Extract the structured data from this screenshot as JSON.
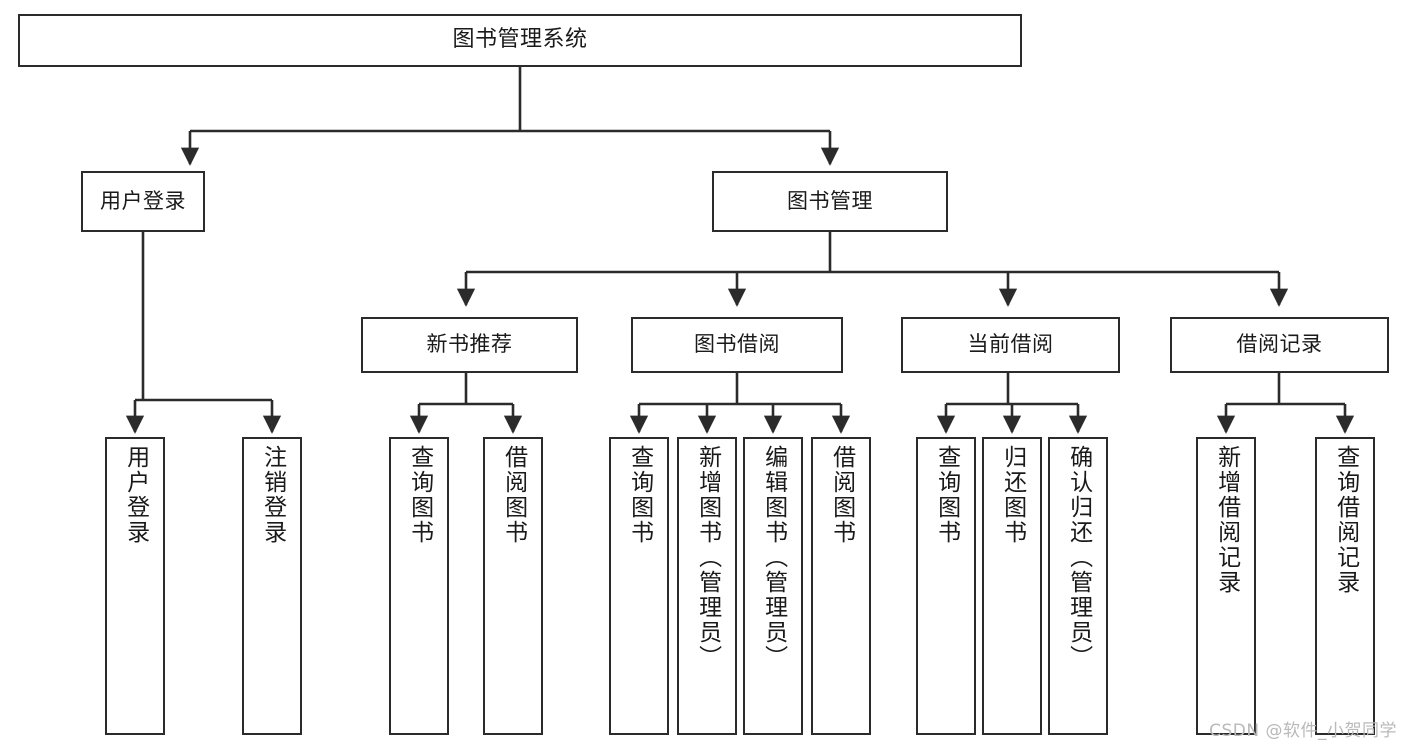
{
  "diagram": {
    "title": "图书管理系统",
    "type": "tree-hierarchy",
    "colors": {
      "stroke": "#2b2b2b",
      "fill": "#ffffff",
      "text": "#1a1a1a",
      "watermark": "#b9b9b9"
    },
    "root": {
      "label": "图书管理系统"
    },
    "level2": [
      {
        "label": "用户登录"
      },
      {
        "label": "图书管理"
      }
    ],
    "level3": [
      {
        "label": "新书推荐"
      },
      {
        "label": "图书借阅"
      },
      {
        "label": "当前借阅"
      },
      {
        "label": "借阅记录"
      }
    ],
    "leaves": {
      "user_login": [
        {
          "label": "用户登录"
        },
        {
          "label": "注销登录"
        }
      ],
      "new_book_recommend": [
        {
          "label": "查询图书"
        },
        {
          "label": "借阅图书"
        }
      ],
      "book_borrow": [
        {
          "label": "查询图书"
        },
        {
          "label": "新增图书（管理员）"
        },
        {
          "label": "编辑图书（管理员）"
        },
        {
          "label": "借阅图书"
        }
      ],
      "current_borrow": [
        {
          "label": "查询图书"
        },
        {
          "label": "归还图书"
        },
        {
          "label": "确认归还（管理员）"
        }
      ],
      "borrow_record": [
        {
          "label": "新增借阅记录"
        },
        {
          "label": "查询借阅记录"
        }
      ]
    }
  },
  "watermark": {
    "text": "CSDN @软件_小贺同学"
  }
}
